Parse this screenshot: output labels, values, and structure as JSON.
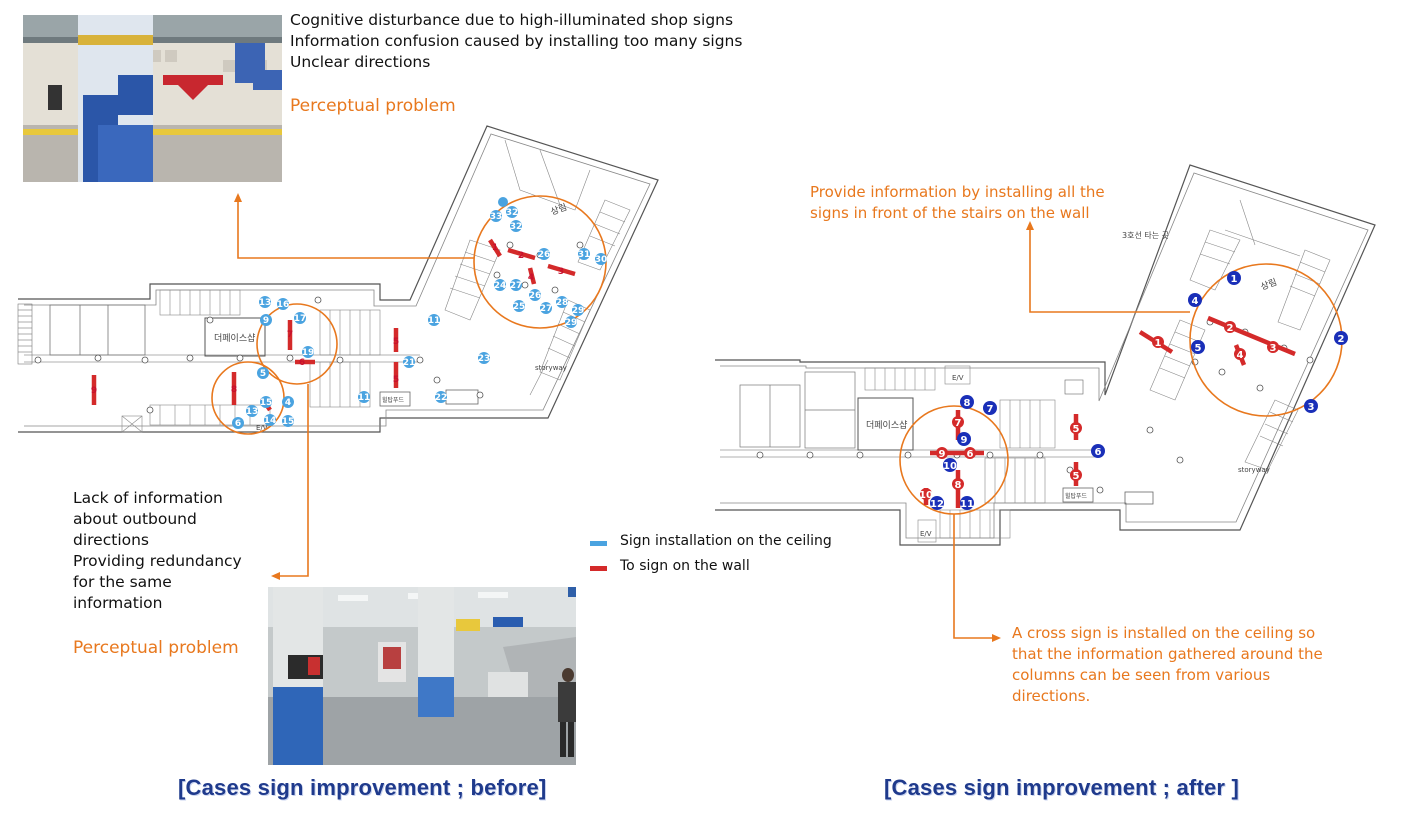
{
  "before": {
    "problems_top": [
      "Cognitive disturbance due to high-illuminated shop signs",
      "Information confusion caused by installing too many signs",
      "Unclear directions"
    ],
    "perceptual_top": "Perceptual problem",
    "problems_bottom": [
      "Lack of information",
      "about outbound",
      "directions",
      "Providing redundancy",
      "for the same",
      "information"
    ],
    "perceptual_bottom": "Perceptual problem",
    "caption": "[Cases sign improvement ; before]",
    "plan_labels": {
      "shop": "더페이스샵",
      "seollim": "상림",
      "storyway": "storyway",
      "ev": "E/V",
      "hilltop": "힐탑푸드"
    }
  },
  "legend": {
    "ceiling": "Sign installation on the ceiling",
    "wall": "To sign on the wall",
    "ceiling_color": "#4aa3e0",
    "wall_color": "#d42a2a"
  },
  "after": {
    "note_top": [
      "Provide information by installing all the",
      "signs in front of the stairs on the wall"
    ],
    "note_bottom": [
      "A cross sign is installed on the ceiling so",
      "that the information gathered around the",
      "columns can be seen from various",
      "directions."
    ],
    "caption": "[Cases sign improvement ; after ]",
    "plan_labels": {
      "shop": "더페이스샵",
      "seollim": "상림",
      "storyway": "storyway",
      "ev": "E/V",
      "hilltop": "힐탑푸드",
      "transfer": "3호선 타는 곳"
    }
  },
  "accent_color": "#e8781e",
  "caption_color": "#1f3a8c"
}
